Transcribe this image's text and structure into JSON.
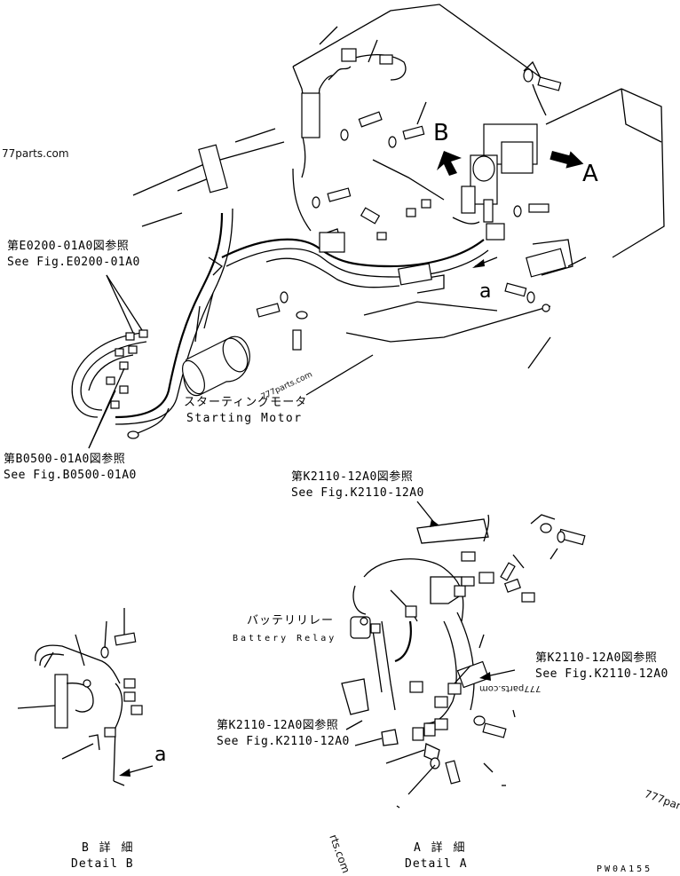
{
  "callouts": {
    "e0200_jp": "第E0200-01A0図参照",
    "e0200_en": "See Fig.E0200-01A0",
    "b0500_jp": "第B0500-01A0図参照",
    "b0500_en": "See Fig.B0500-01A0",
    "k2110_top_jp": "第K2110-12A0図参照",
    "k2110_top_en": "See Fig.K2110-12A0",
    "k2110_right_jp": "第K2110-12A0図参照",
    "k2110_right_en": "See Fig.K2110-12A0",
    "k2110_left_jp": "第K2110-12A0図参照",
    "k2110_left_en": "See Fig.K2110-12A0"
  },
  "parts": {
    "starting_motor_jp": "スターティングモータ",
    "starting_motor_en": "Starting Motor",
    "battery_relay_jp": "バッテリリレー",
    "battery_relay_en": "Battery Relay"
  },
  "view_letters": {
    "b": "B",
    "a": "A",
    "a_lower_main": "a",
    "a_lower_detail": "a"
  },
  "details": {
    "b_jp": "B 詳 細",
    "b_en": "Detail B",
    "a_jp": "A 詳 細",
    "a_en": "Detail A"
  },
  "watermarks": {
    "top_left": "77parts.com",
    "center": "777parts.com",
    "detail_a": "777parts.com",
    "bottom_right": "777part",
    "bottom_center": "rts.com"
  },
  "drawing_code": "PW0A155"
}
